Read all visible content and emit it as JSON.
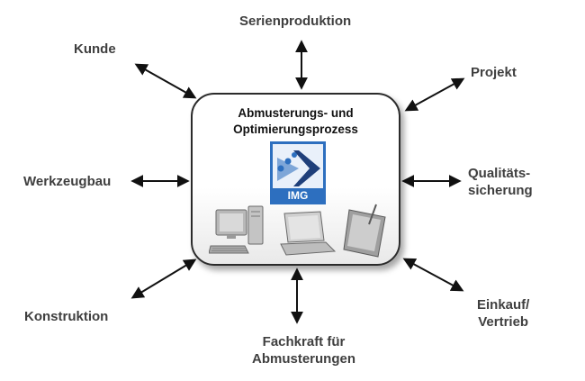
{
  "center": {
    "title_line1": "Abmusterungs- und",
    "title_line2": "Optimierungsprozess",
    "logo_text": "IMG"
  },
  "nodes": {
    "serienproduktion": "Serienproduktion",
    "kunde": "Kunde",
    "projekt": "Projekt",
    "werkzeugbau": "Werkzeugbau",
    "qualitaet_line1": "Qualitäts-",
    "qualitaet_line2": "sicherung",
    "konstruktion": "Konstruktion",
    "fachkraft_line1": "Fachkraft für",
    "fachkraft_line2": "Abmusterungen",
    "einkauf_line1": "Einkauf/",
    "einkauf_line2": "Vertrieb"
  },
  "icons": [
    "desktop-computer-icon",
    "laptop-icon",
    "tablet-icon"
  ],
  "colors": {
    "label": "#3f3f3f",
    "arrow": "#111111",
    "logo_blue": "#2d6fbf",
    "logo_dark": "#1f3f7a"
  }
}
